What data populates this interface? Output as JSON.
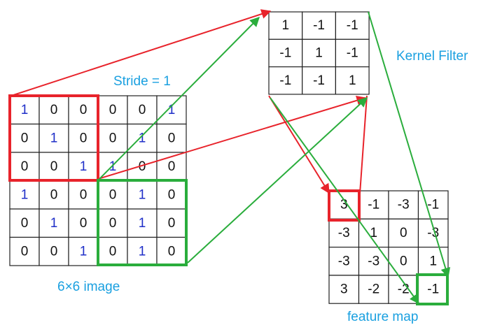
{
  "labels": {
    "stride": "Stride = 1",
    "kernel": "Kernel Filter",
    "image": "6×6 image",
    "feature_map": "feature map"
  },
  "colors": {
    "label": "#1aa0e0",
    "one": "#1f2fc8",
    "text": "#111111",
    "grid": "#222222",
    "red": "#e8232b",
    "green": "#2aad3c"
  },
  "image_grid": [
    [
      1,
      0,
      0,
      0,
      0,
      1
    ],
    [
      0,
      1,
      0,
      0,
      1,
      0
    ],
    [
      0,
      0,
      1,
      1,
      0,
      0
    ],
    [
      1,
      0,
      0,
      0,
      1,
      0
    ],
    [
      0,
      1,
      0,
      0,
      1,
      0
    ],
    [
      0,
      0,
      1,
      0,
      1,
      0
    ]
  ],
  "kernel_grid": [
    [
      1,
      -1,
      -1
    ],
    [
      -1,
      1,
      -1
    ],
    [
      -1,
      -1,
      1
    ]
  ],
  "feature_grid": [
    [
      3,
      -1,
      -3,
      -1
    ],
    [
      -3,
      1,
      0,
      -3
    ],
    [
      -3,
      -3,
      0,
      1
    ],
    [
      3,
      -2,
      -2,
      -1
    ]
  ]
}
